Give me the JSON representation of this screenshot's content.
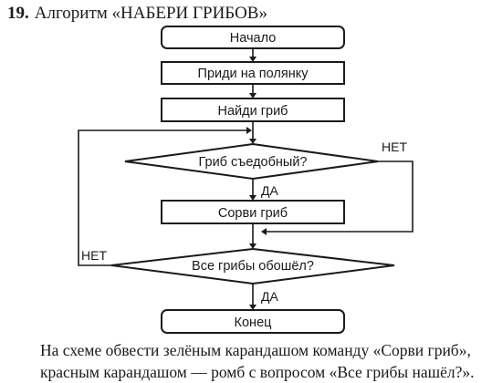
{
  "problem": {
    "number": "19.",
    "title": "Алгоритм «НАБЕРИ ГРИБОВ»"
  },
  "flowchart": {
    "blocks": {
      "start": "Начало",
      "go_to_glade": "Приди на полянку",
      "find_mushroom": "Найди гриб",
      "is_edible": "Гриб съедобный?",
      "pick_mushroom": "Сорви гриб",
      "all_checked": "Все грибы обошёл?",
      "end": "Конец"
    },
    "branch_labels": {
      "yes": "ДА",
      "no": "НЕТ"
    }
  },
  "instructions": {
    "line1": "На схеме обвести зелёным карандашом команду «Сорви гриб»,",
    "line2": "красным карандашом — ромб с вопросом «Все грибы нашёл?»."
  }
}
